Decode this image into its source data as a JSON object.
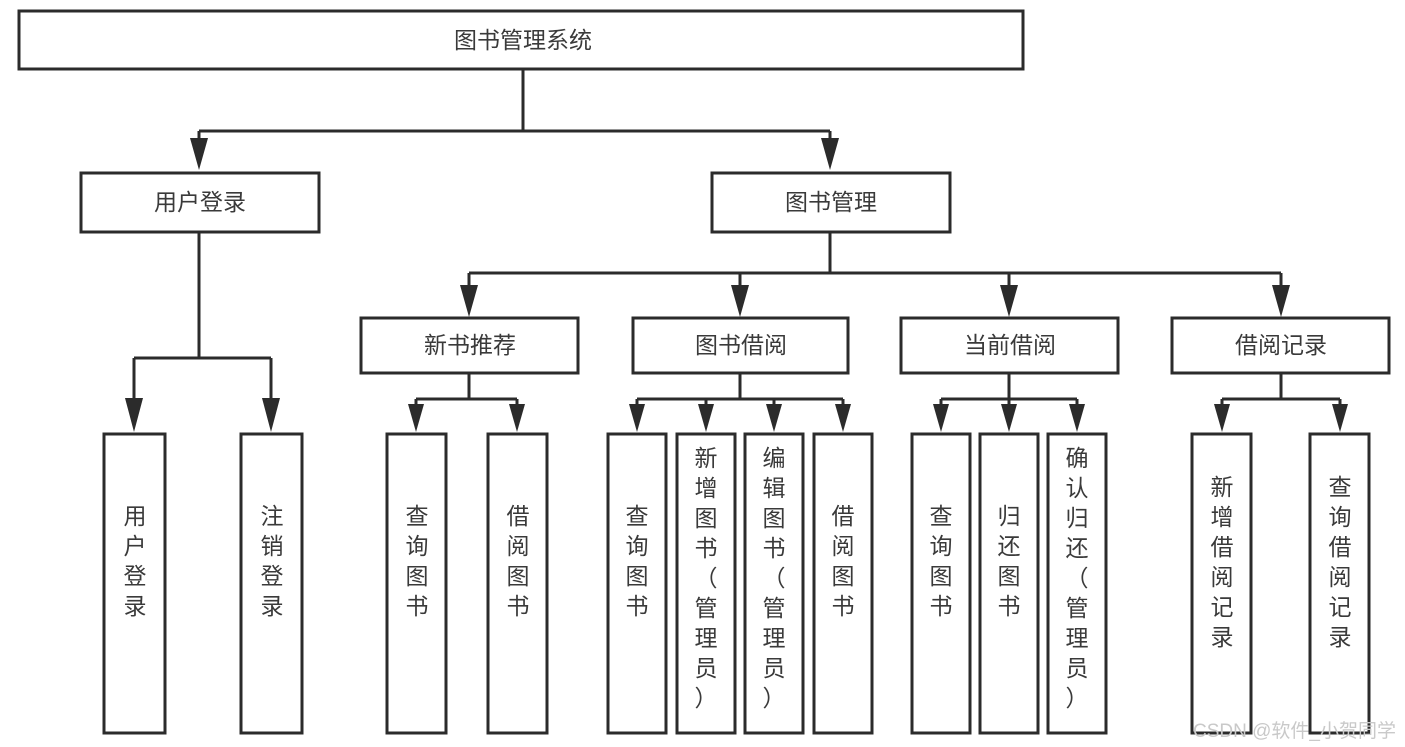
{
  "diagram": {
    "title": "图书管理系统",
    "type": "tree-hierarchy",
    "background_color": "#ffffff",
    "line_color": "#2b2b2b",
    "text_color": "#3a3a3a",
    "root": {
      "label": "图书管理系统"
    },
    "level2": [
      {
        "label": "用户登录"
      },
      {
        "label": "图书管理"
      }
    ],
    "level3": [
      {
        "label": "新书推荐"
      },
      {
        "label": "图书借阅"
      },
      {
        "label": "当前借阅"
      },
      {
        "label": "借阅记录"
      }
    ],
    "leaves": {
      "user_login": [
        {
          "lines": [
            "用",
            "户",
            "登",
            "录"
          ],
          "full": "用户登录"
        },
        {
          "lines": [
            "注",
            "销",
            "登",
            "录"
          ],
          "full": "注销登录"
        }
      ],
      "new_book_recommend": [
        {
          "lines": [
            "查",
            "询",
            "图",
            "书"
          ],
          "full": "查询图书"
        },
        {
          "lines": [
            "借",
            "阅",
            "图",
            "书"
          ],
          "full": "借阅图书"
        }
      ],
      "book_borrow": [
        {
          "lines": [
            "查",
            "询",
            "图",
            "书"
          ],
          "full": "查询图书"
        },
        {
          "lines": [
            "新",
            "增",
            "图",
            "书",
            "（",
            "管",
            "理",
            "员",
            "）"
          ],
          "full": "新增图书（管理员）"
        },
        {
          "lines": [
            "编",
            "辑",
            "图",
            "书",
            "（",
            "管",
            "理",
            "员",
            "）"
          ],
          "full": "编辑图书（管理员）"
        },
        {
          "lines": [
            "借",
            "阅",
            "图",
            "书"
          ],
          "full": "借阅图书"
        }
      ],
      "current_borrow": [
        {
          "lines": [
            "查",
            "询",
            "图",
            "书"
          ],
          "full": "查询图书"
        },
        {
          "lines": [
            "归",
            "还",
            "图",
            "书"
          ],
          "full": "归还图书"
        },
        {
          "lines": [
            "确",
            "认",
            "归",
            "还",
            "（",
            "管",
            "理",
            "员",
            "）"
          ],
          "full": "确认归还（管理员）"
        }
      ],
      "borrow_record": [
        {
          "lines": [
            "新",
            "增",
            "借",
            "阅",
            "记",
            "录"
          ],
          "full": "新增借阅记录"
        },
        {
          "lines": [
            "查",
            "询",
            "借",
            "阅",
            "记",
            "录"
          ],
          "full": "查询借阅记录"
        }
      ]
    }
  },
  "watermark": {
    "text": "CSDN @软件_小贺同学"
  }
}
